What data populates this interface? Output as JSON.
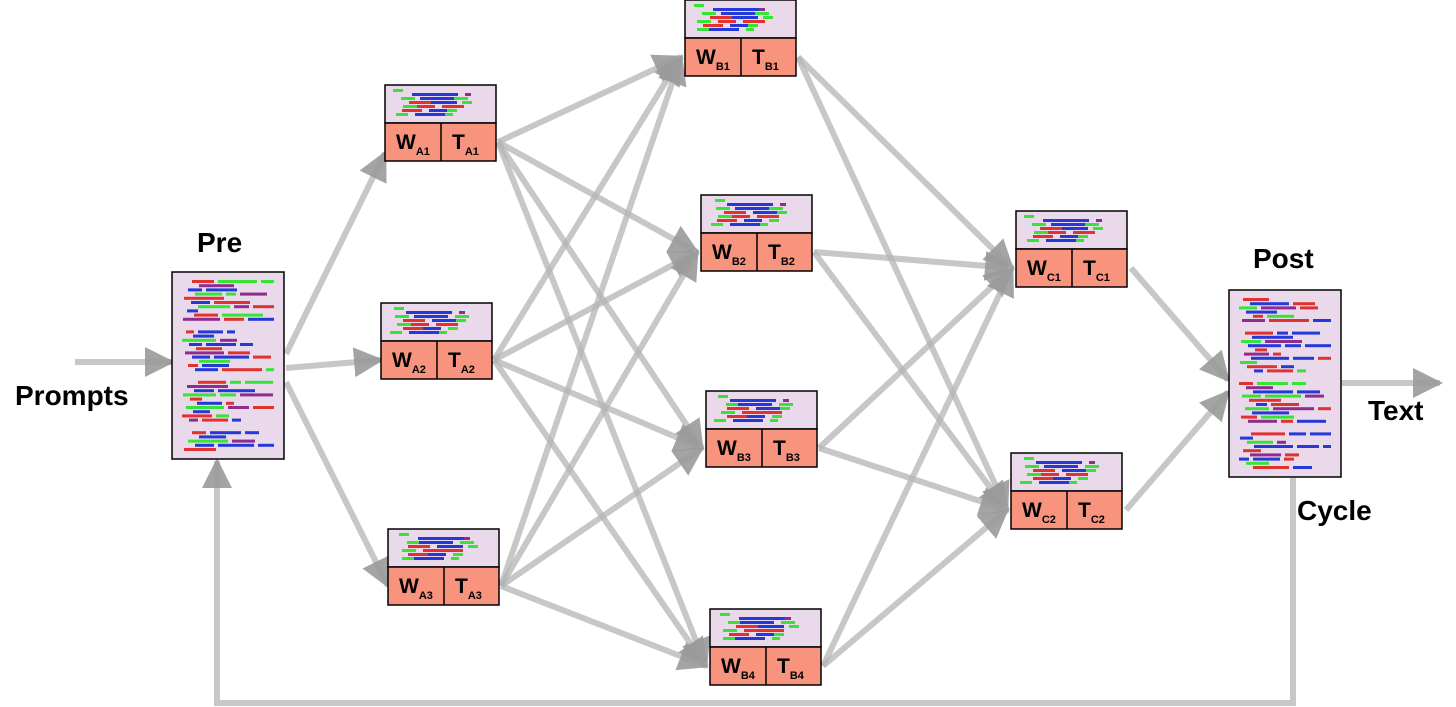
{
  "labels": {
    "prompts": "Prompts",
    "pre": "Pre",
    "post": "Post",
    "text": "Text",
    "cycle": "Cycle"
  },
  "nodes": [
    {
      "id": "A1",
      "w_main": "W",
      "w_sub": "A1",
      "t_main": "T",
      "t_sub": "A1"
    },
    {
      "id": "A2",
      "w_main": "W",
      "w_sub": "A2",
      "t_main": "T",
      "t_sub": "A2"
    },
    {
      "id": "A3",
      "w_main": "W",
      "w_sub": "A3",
      "t_main": "T",
      "t_sub": "A3"
    },
    {
      "id": "B1",
      "w_main": "W",
      "w_sub": "B1",
      "t_main": "T",
      "t_sub": "B1"
    },
    {
      "id": "B2",
      "w_main": "W",
      "w_sub": "B2",
      "t_main": "T",
      "t_sub": "B2"
    },
    {
      "id": "B3",
      "w_main": "W",
      "w_sub": "B3",
      "t_main": "T",
      "t_sub": "B3"
    },
    {
      "id": "B4",
      "w_main": "W",
      "w_sub": "B4",
      "t_main": "T",
      "t_sub": "B4"
    },
    {
      "id": "C1",
      "w_main": "W",
      "w_sub": "C1",
      "t_main": "T",
      "t_sub": "C1"
    },
    {
      "id": "C2",
      "w_main": "W",
      "w_sub": "C2",
      "t_main": "T",
      "t_sub": "C2"
    }
  ],
  "colors": {
    "node_fill": "#f8937e",
    "thumb_fill": "#ead9ea",
    "arrow": "#b4b4b4",
    "bar_green": "#36e436",
    "bar_blue": "#2439d8",
    "bar_red": "#e0322e",
    "bar_purple": "#8e2d8e"
  }
}
